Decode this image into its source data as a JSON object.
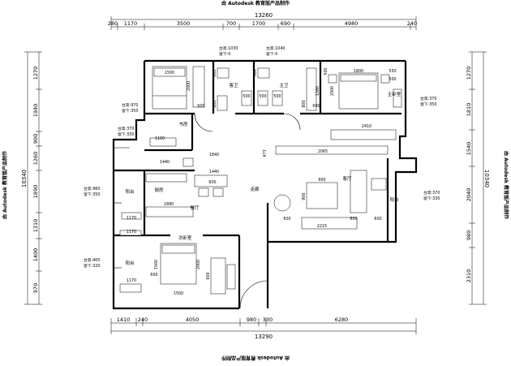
{
  "watermark": "由 Autodesk 教育版产品制作",
  "top_dims": {
    "total": "13260",
    "segments": [
      "280",
      "1170",
      "3500",
      "700",
      "1700",
      "690",
      "4980",
      "240"
    ]
  },
  "bottom_dims": {
    "total": "13290",
    "segments": [
      "1410",
      "240",
      "4050",
      "980",
      "330",
      "6280"
    ]
  },
  "left_dims": {
    "total": "10340",
    "segments": [
      "1270",
      "1940",
      "900",
      "1260",
      "1890",
      "1310",
      "1400",
      "970"
    ]
  },
  "right_dims": {
    "total": "10340",
    "segments": [
      "1270",
      "1810",
      "1540",
      "2040",
      "980",
      "2310"
    ]
  },
  "rooms": {
    "guest_bath": "客卫",
    "master_bath": "主卫",
    "master_bedroom": "主卧室",
    "study": "书房",
    "kitchen": "厨房",
    "dining": "餐厅",
    "corridor": "走廊",
    "living": "客厅",
    "balcony_kitchen": "阳台",
    "balcony_living": "阳台",
    "balcony_second": "阳台",
    "second_bedroom": "次卧室"
  },
  "sill_notes": {
    "guest_bath": [
      "台高:1030",
      "窗下:0"
    ],
    "master_bath": [
      "台高:1040",
      "窗下:0"
    ],
    "study_left": [
      "台高:970",
      "窗下:350"
    ],
    "study_right": [
      "台高:370",
      "窗下:330"
    ],
    "kitchen_balcony": [
      "台高:960",
      "窗下:350"
    ],
    "second_balcony": [
      "台高:400",
      "窗下:320"
    ],
    "master_bedroom": [
      "台高:370",
      "窗下:350"
    ],
    "living_balcony": [
      "台高:370",
      "窗下:330"
    ]
  },
  "furniture_dims": {
    "bed1_w": "1500",
    "bed1_h": "2000",
    "bath_600a": "600",
    "bath_600b": "600",
    "bath_800a": "800",
    "bath_500a": "500",
    "bath_500b": "500",
    "bath_500c": "500",
    "bath_500d": "500",
    "bath_800b": "800",
    "wardrobe_500": "500",
    "master_bed_w": "1800",
    "master_side_550": "550",
    "master_side_500": "500",
    "master_bed_h": "2000",
    "master_cab_600": "600",
    "master_desk_2410": "2410",
    "master_cab_1260": "1260",
    "study_1160": "1160",
    "study_1840": "1840",
    "kitchen_1440a": "1440",
    "kitchen_1440b": "1440",
    "dining_600": "600",
    "kitchen_1890": "1890",
    "kitchen_1170": "1170",
    "living_2065": "2065",
    "living_473": "473",
    "living_900a": "900",
    "living_900b": "900",
    "living_600a": "600",
    "living_600b": "600",
    "living_600c": "600",
    "living_2215": "2215",
    "second_1170a": "1170",
    "second_1170b": "1170",
    "second_1500": "1500",
    "second_2000": "2000",
    "second_600a": "600",
    "second_600b": "600",
    "second_1500b": "1500"
  }
}
